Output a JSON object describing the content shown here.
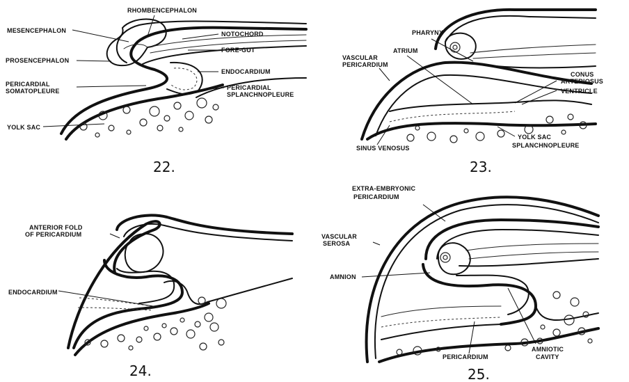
{
  "figures": [
    {
      "number": "22.",
      "labels": {
        "rhombencephalon": "RHOMBENCEPHALON",
        "mesencephalon": "MESENCEPHALON",
        "notochord": "NOTOCHORD",
        "prosencephalon": "PROSENCEPHALON",
        "fore_gut": "FORE-GUT",
        "endocardium": "ENDOCARDIUM",
        "pericardial_somatopleure_1": "PERICARDIAL",
        "pericardial_somatopleure_2": "SOMATOPLEURE",
        "pericardial_splanchnopleure_1": "PERICARDIAL",
        "pericardial_splanchnopleure_2": "SPLANCHNOPLEURE",
        "yolk_sac": "YOLK SAC"
      }
    },
    {
      "number": "23.",
      "labels": {
        "pharynx": "PHARYNX",
        "atrium": "ATRIUM",
        "vascular_pericardium_1": "VASCULAR",
        "vascular_pericardium_2": "PERICARDIUM",
        "conus_arteriosus_1": "CONUS",
        "conus_arteriosus_2": "ARTERIOSUS",
        "ventricle": "VENTRICLE",
        "sinus_venosus": "SINUS VENOSUS",
        "yolk_sac_splanchnopleure_1": "YOLK SAC",
        "yolk_sac_splanchnopleure_2": "SPLANCHNOPLEURE"
      }
    },
    {
      "number": "24.",
      "labels": {
        "anterior_fold_1": "ANTERIOR FOLD",
        "anterior_fold_2": "OF PERICARDIUM",
        "endocardium": "ENDOCARDIUM"
      }
    },
    {
      "number": "25.",
      "labels": {
        "extra_embryonic_1": "EXTRA-EMBRYONIC",
        "extra_embryonic_2": "PERICARDIUM",
        "vascular_serosa_1": "VASCULAR",
        "vascular_serosa_2": "SEROSA",
        "amnion": "AMNION",
        "amniotic_cavity_1": "AMNIOTIC",
        "amniotic_cavity_2": "CAVITY",
        "pericardium": "PERICARDIUM"
      }
    }
  ]
}
